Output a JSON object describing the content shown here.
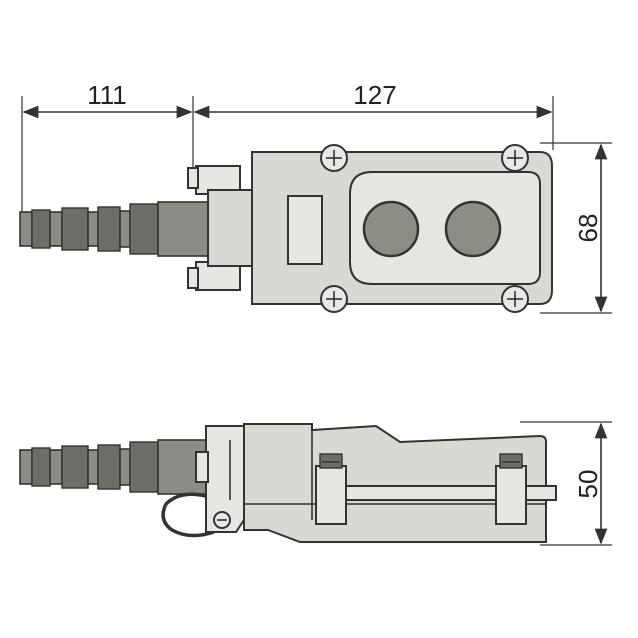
{
  "dimensions": {
    "cable_length": "111",
    "body_length": "127",
    "body_width": "68",
    "body_height": "50"
  }
}
